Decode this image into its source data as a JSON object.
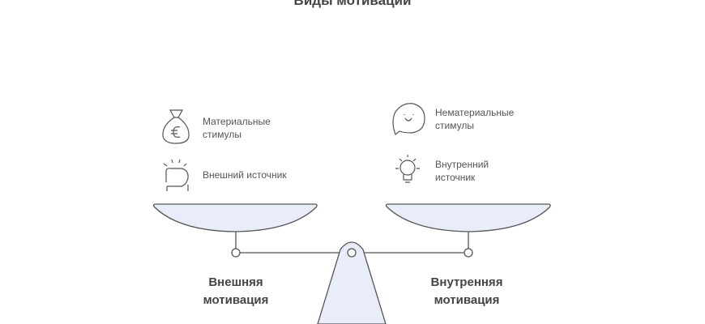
{
  "title": "Виды мотивации",
  "left": {
    "heading_1": "Внешняя",
    "heading_2": "мотивация",
    "items": [
      {
        "icon": "money-bag-icon",
        "l1": "Материальные",
        "l2": "стимулы"
      },
      {
        "icon": "fist-icon",
        "l1": "Внешний источник"
      }
    ]
  },
  "right": {
    "heading_1": "Внутренняя",
    "heading_2": "мотивация",
    "items": [
      {
        "icon": "speech-bubble-icon",
        "l1": "Нематериальные",
        "l2": "стимулы"
      },
      {
        "icon": "lightbulb-icon",
        "l1": "Внутренний",
        "l2": "источник"
      }
    ]
  },
  "colors": {
    "pan": "#e8edf9",
    "stroke": "#555555"
  }
}
